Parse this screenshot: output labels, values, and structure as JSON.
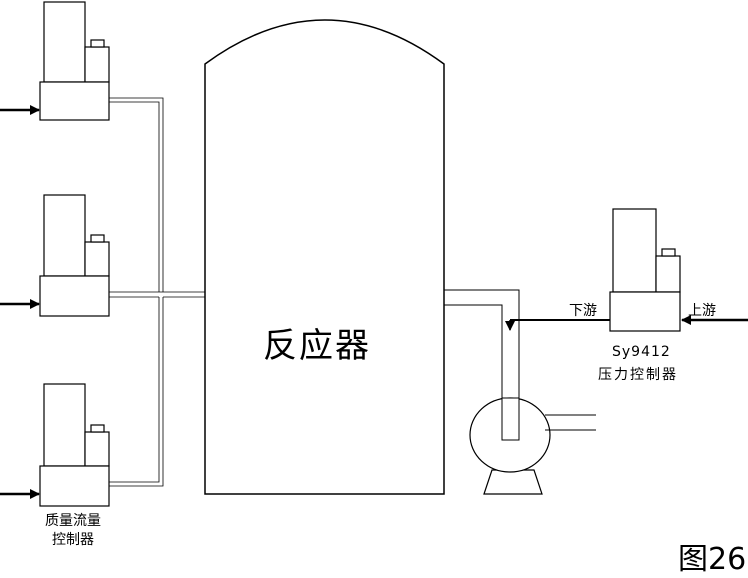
{
  "reactor": {
    "label": "反应器"
  },
  "mass_flow_controller": {
    "label_line1": "质量流量",
    "label_line2": "控制器"
  },
  "pressure_controller": {
    "downstream_label": "下游",
    "upstream_label": "上游",
    "model": "Sy9412",
    "name": "压力控制器"
  },
  "figure": {
    "label": "图26"
  },
  "colors": {
    "line": "#000000",
    "pipe": "#000000",
    "background": "#ffffff"
  }
}
